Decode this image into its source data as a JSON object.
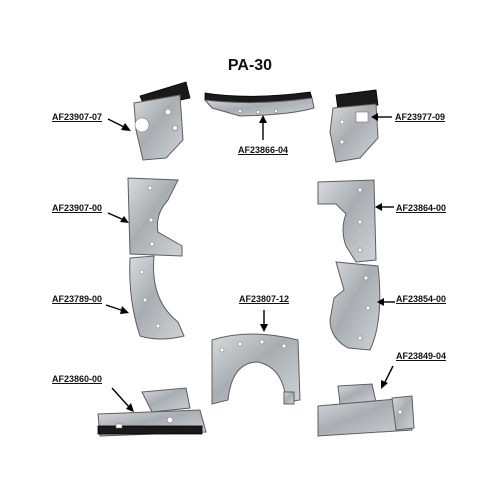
{
  "title": "PA-30",
  "parts": [
    {
      "id": "p1",
      "label": "AF23907-07"
    },
    {
      "id": "p2",
      "label": "AF23866-04"
    },
    {
      "id": "p3",
      "label": "AF23977-09"
    },
    {
      "id": "p4",
      "label": "AF23907-00"
    },
    {
      "id": "p5",
      "label": "AF23864-00"
    },
    {
      "id": "p6",
      "label": "AF23789-00"
    },
    {
      "id": "p7",
      "label": "AF23807-12"
    },
    {
      "id": "p8",
      "label": "AF23854-00"
    },
    {
      "id": "p9",
      "label": "AF23860-00"
    },
    {
      "id": "p10",
      "label": "AF23849-04"
    }
  ]
}
